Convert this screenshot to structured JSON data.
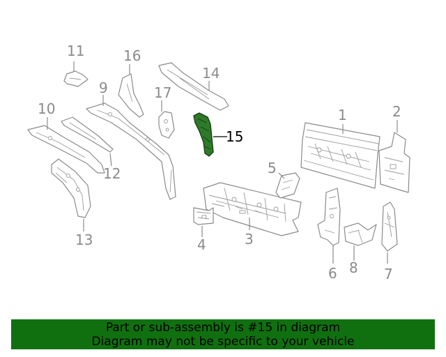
{
  "callouts": [
    {
      "id": "1",
      "label": "1"
    },
    {
      "id": "2",
      "label": "2"
    },
    {
      "id": "3",
      "label": "3"
    },
    {
      "id": "4",
      "label": "4"
    },
    {
      "id": "5",
      "label": "5"
    },
    {
      "id": "6",
      "label": "6"
    },
    {
      "id": "7",
      "label": "7"
    },
    {
      "id": "8",
      "label": "8"
    },
    {
      "id": "9",
      "label": "9"
    },
    {
      "id": "10",
      "label": "10"
    },
    {
      "id": "11",
      "label": "11"
    },
    {
      "id": "12",
      "label": "12"
    },
    {
      "id": "13",
      "label": "13"
    },
    {
      "id": "14",
      "label": "14"
    },
    {
      "id": "15",
      "label": "15"
    },
    {
      "id": "16",
      "label": "16"
    },
    {
      "id": "17",
      "label": "17"
    }
  ],
  "highlighted_part": "15",
  "colors": {
    "highlight_fill": "#2f7a2a",
    "banner_background": "#107010",
    "line_art": "#8a8a8a"
  },
  "banner": {
    "line1": "Part or sub-assembly is #15 in diagram",
    "line2": "Diagram may not be specific to your vehicle"
  }
}
